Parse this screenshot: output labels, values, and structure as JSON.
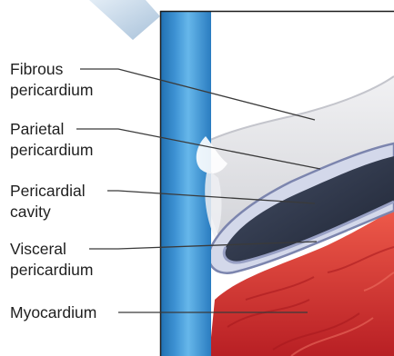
{
  "labels": [
    {
      "line1": "Fibrous",
      "line2": "pericardium"
    },
    {
      "line1": "Parietal",
      "line2": "pericardium"
    },
    {
      "line1": "Pericardial",
      "line2": "cavity"
    },
    {
      "line1": "Visceral",
      "line2": "pericardium"
    },
    {
      "line1": "Myocardium",
      "line2": ""
    }
  ],
  "colors": {
    "vessel": "#2f86c8",
    "vessel_highlight": "#5eb0e6",
    "fibrous": "#dedee2",
    "parietal_band": "#cfd4e8",
    "parietal_edge": "#7d86b0",
    "cavity": "#2c3446",
    "myocardium": "#d93636",
    "frame": "#1c1c1c",
    "arrow": "#b9cde0",
    "leader_line": "#3a3a3a"
  }
}
